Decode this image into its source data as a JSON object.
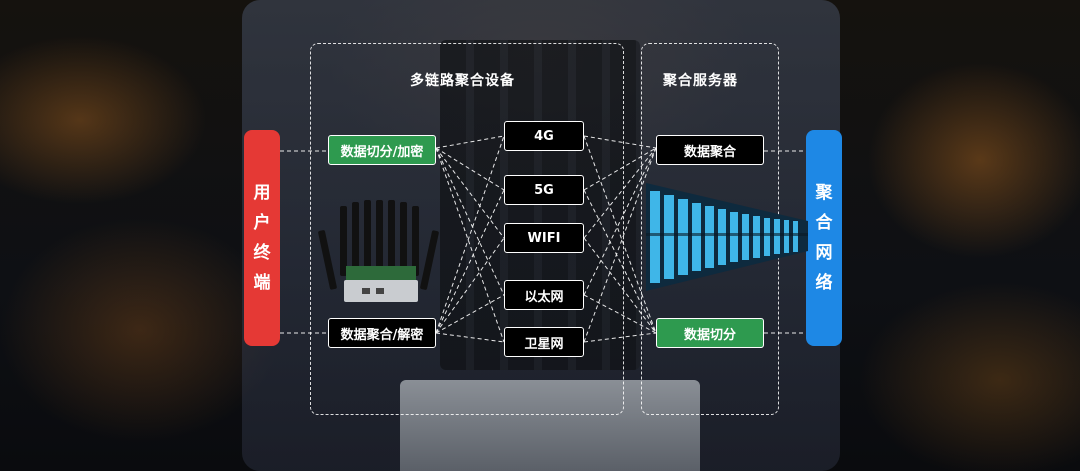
{
  "left_bar": {
    "label": [
      "用",
      "户",
      "终",
      "端"
    ],
    "color": "#e53935"
  },
  "right_bar": {
    "label": [
      "聚",
      "合",
      "网",
      "络"
    ],
    "color": "#1e88e5"
  },
  "device_section": {
    "title": "多链路聚合设备"
  },
  "server_section": {
    "title": "聚合服务器"
  },
  "device_nodes": {
    "split_encrypt": "数据切分/加密",
    "aggregate_decrypt": "数据聚合/解密"
  },
  "links": [
    "4G",
    "5G",
    "WIFI",
    "以太网",
    "卫星网"
  ],
  "server_nodes": {
    "aggregate": "数据聚合",
    "split": "数据切分"
  },
  "colors": {
    "green": "#2e9a4f",
    "black": "#000000",
    "red": "#e53935",
    "blue": "#1e88e5"
  }
}
